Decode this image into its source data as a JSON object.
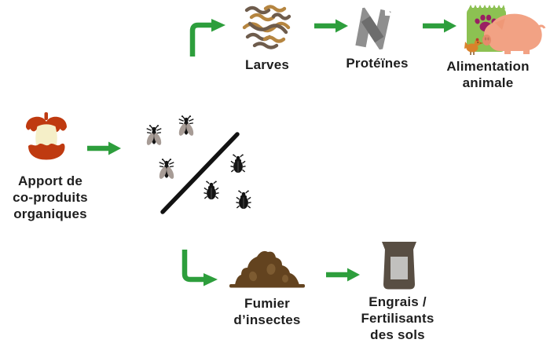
{
  "diagram": {
    "title_hidden": "",
    "background": "#ffffff",
    "colors": {
      "arrow_green": "#2d9e3c",
      "text": "#1e1e1e",
      "separator_black": "#121212",
      "apple_red": "#bf3a10",
      "apple_flesh": "#f5efc8",
      "larva_dark": "#6e5c4c",
      "larva_gold": "#b58540",
      "protein_light": "#8f8f8f",
      "protein_dark": "#6d6d6d",
      "fly_wing": "#a79c96",
      "insect_black": "#141414",
      "feedbag_green": "#8cc152",
      "paw_magenta": "#9a1f63",
      "pig_pink": "#f2a284",
      "pig_snout": "#e58b6b",
      "chicken_orange": "#d9822b",
      "chicken_comb_red": "#c0392b",
      "manure_brown": "#63431f",
      "manure_spot": "#7d5b31",
      "fertbag_brown": "#584e43",
      "fertbag_label_gray": "#c1c0be"
    },
    "nodes": {
      "input": {
        "label": "Apport de\nco-produits\norganiques",
        "icon": "apple-core-icon"
      },
      "insects": {
        "icon": "flies-and-beetles-icons",
        "note_icon": "diagonal-separator-line"
      },
      "larvae": {
        "label": "Larves",
        "icon": "larvae-icon"
      },
      "proteins": {
        "label": "Protéïnes",
        "icon": "protein-ribbon-icon"
      },
      "animal_feed": {
        "label": "Alimentation\nanimale",
        "icon": "feed-bag-pig-chicken-icon"
      },
      "manure": {
        "label": "Fumier\nd’insectes",
        "icon": "manure-pile-icon"
      },
      "fertilizer": {
        "label": "Engrais /\nFertilisants\ndes sols",
        "icon": "fertilizer-bag-icon"
      }
    }
  }
}
